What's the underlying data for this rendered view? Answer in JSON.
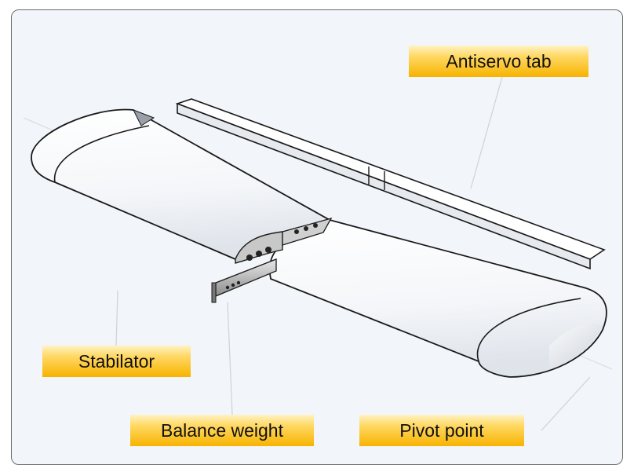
{
  "labels": {
    "antiservo_tab": "Antiservo tab",
    "stabilator": "Stabilator",
    "balance_weight": "Balance weight",
    "pivot_point": "Pivot point"
  },
  "colors": {
    "frame_border": "#6b6b6b",
    "frame_fill": "#f2f5f9",
    "label_fill_top": "#ffd863",
    "label_fill_bottom": "#f7b300",
    "wing_outline": "#1a1a1a",
    "wing_fill": "#ffffff"
  }
}
